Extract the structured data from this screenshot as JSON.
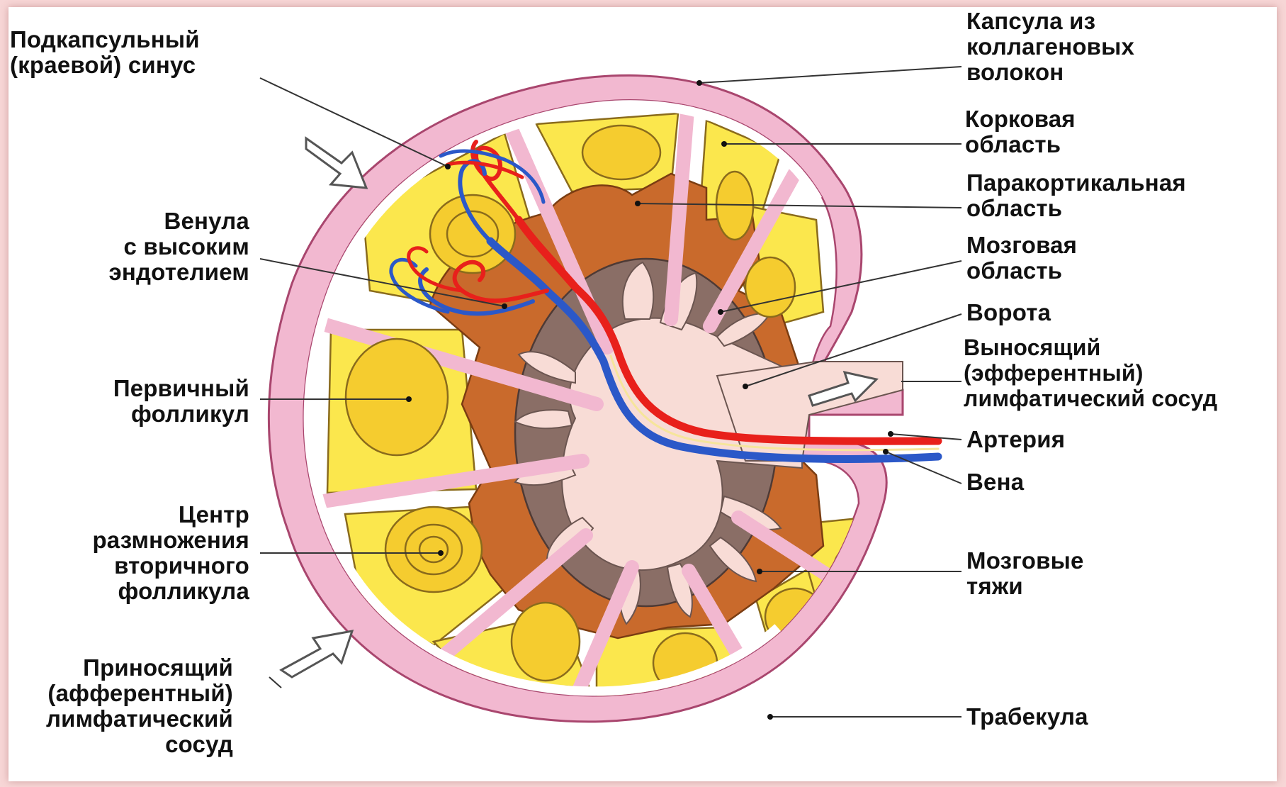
{
  "labels": {
    "subcapsular_sinus": "Подкапсульный\n(краевой) синус",
    "hev": "Венула\nс высоким\nэндотелием",
    "primary_follicle": "Первичный\nфолликул",
    "germinal_center": "Центр\nразмножения\nвторичного\nфолликула",
    "afferent_vessel": "Приносящий\n(афферентный)\nлимфатический\nсосуд",
    "capsule": "Капсула из\nколлагеновых\nволокон",
    "cortex": "Корковая\nобласть",
    "paracortex": "Паракортикальная\nобласть",
    "medulla": "Мозговая\nобласть",
    "hilum": "Ворота",
    "efferent_vessel": "Выносящий\n(эфферентный)\nлимфатический сосуд",
    "artery": "Артерия",
    "vein": "Вена",
    "medullary_cords": "Мозговые\nтяжи",
    "trabecula": "Трабекула"
  },
  "colors": {
    "capsule": "#f2b8d0",
    "cortex_follicle": "#fbe74d",
    "germinal_center": "#f5cc2f",
    "paracortex": "#c96a2c",
    "medulla": "#8a6e66",
    "sinus": "#f8dcd6",
    "artery": "#e8201b",
    "vein": "#2b58c8"
  }
}
